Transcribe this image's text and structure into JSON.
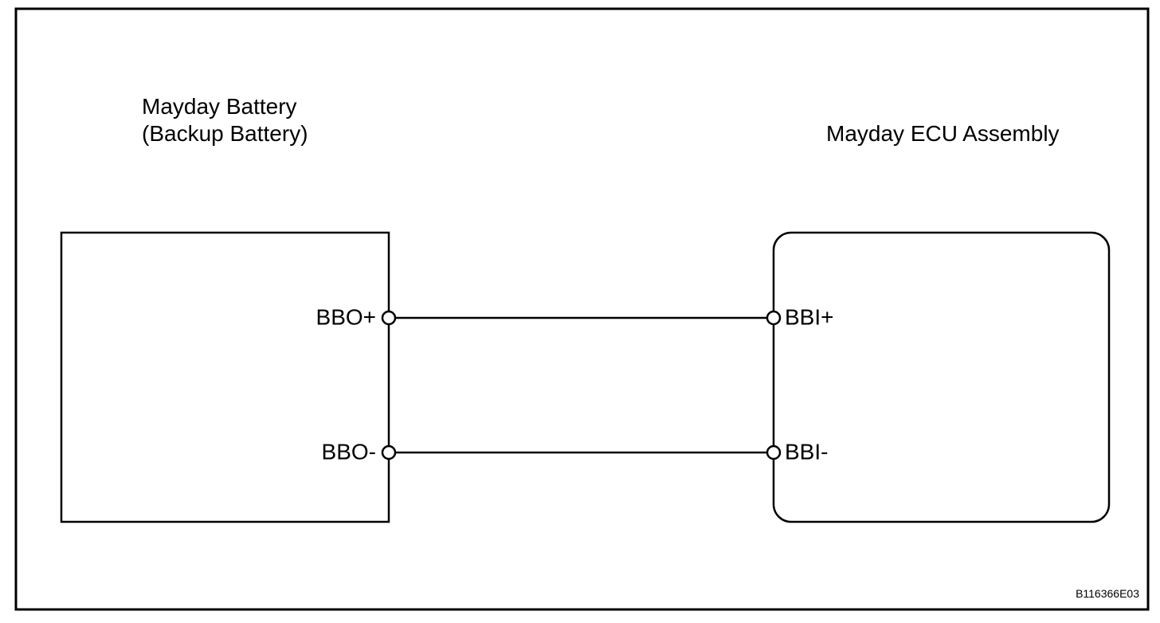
{
  "page": {
    "background_color": "#ffffff",
    "line_color": "#000000"
  },
  "diagram": {
    "battery_label_line1": "Mayday Battery",
    "battery_label_line2": "(Backup Battery)",
    "ecu_label": "Mayday ECU Assembly",
    "pins": {
      "bbo_plus": "BBO+",
      "bbo_minus": "BBO-",
      "bbi_plus": "BBI+",
      "bbi_minus": "BBI-"
    },
    "connections": [
      {
        "from": "BBO+",
        "to": "BBI+"
      },
      {
        "from": "BBO-",
        "to": "BBI-"
      }
    ],
    "figure_code": "B116366E03"
  }
}
